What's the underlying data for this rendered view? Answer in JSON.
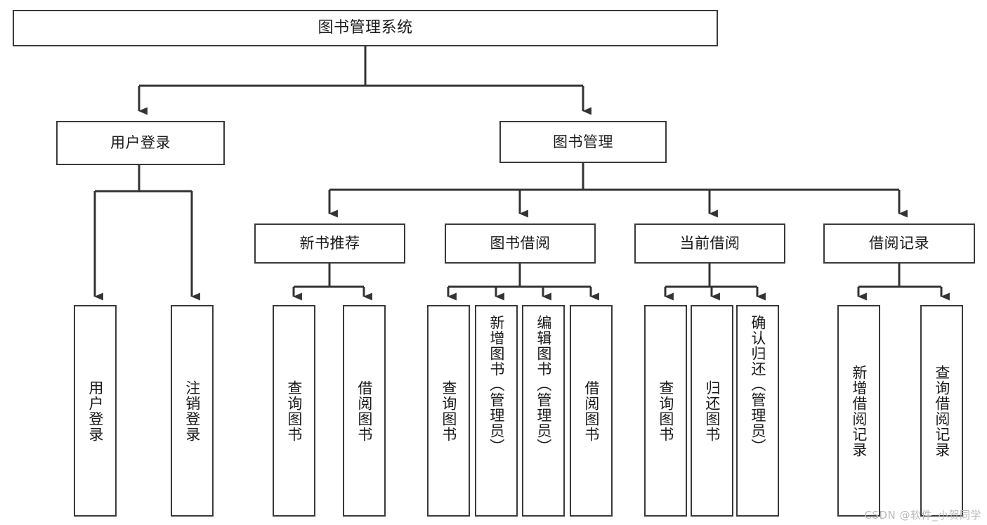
{
  "diagram": {
    "type": "tree",
    "title": "图书管理系统",
    "root": {
      "id": "root",
      "label": "图书管理系统"
    },
    "level2": [
      {
        "id": "user-login",
        "label": "用户登录"
      },
      {
        "id": "book-manage",
        "label": "图书管理"
      }
    ],
    "level3": [
      {
        "id": "new-book-recommend",
        "label": "新书推荐",
        "parent": "book-manage"
      },
      {
        "id": "book-borrow",
        "label": "图书借阅",
        "parent": "book-manage"
      },
      {
        "id": "current-borrow",
        "label": "当前借阅",
        "parent": "book-manage"
      },
      {
        "id": "borrow-record",
        "label": "借阅记录",
        "parent": "book-manage"
      }
    ],
    "leaves": {
      "user_login": [
        {
          "id": "leaf-user-login",
          "label": "用户登录"
        },
        {
          "id": "leaf-logout",
          "label": "注销登录"
        }
      ],
      "new_book_recommend": [
        {
          "id": "leaf-query-book-1",
          "label": "查询图书"
        },
        {
          "id": "leaf-borrow-book-1",
          "label": "借阅图书"
        }
      ],
      "book_borrow": [
        {
          "id": "leaf-query-book-2",
          "label": "查询图书"
        },
        {
          "id": "leaf-add-book",
          "label": "新增图书（管理员）"
        },
        {
          "id": "leaf-edit-book",
          "label": "编辑图书（管理员）"
        },
        {
          "id": "leaf-borrow-book-2",
          "label": "借阅图书"
        }
      ],
      "current_borrow": [
        {
          "id": "leaf-query-book-3",
          "label": "查询图书"
        },
        {
          "id": "leaf-return-book",
          "label": "归还图书"
        },
        {
          "id": "leaf-confirm-return",
          "label": "确认归还（管理员）"
        }
      ],
      "borrow_record": [
        {
          "id": "leaf-add-record",
          "label": "新增借阅记录"
        },
        {
          "id": "leaf-query-record",
          "label": "查询借阅记录"
        }
      ]
    }
  },
  "watermark": {
    "text": "CSDN @软件_小贺同学"
  },
  "colors": {
    "border": "#3a3a3a",
    "background": "#ffffff",
    "text": "#1a1a1a",
    "watermark": "#b9b9b9"
  }
}
